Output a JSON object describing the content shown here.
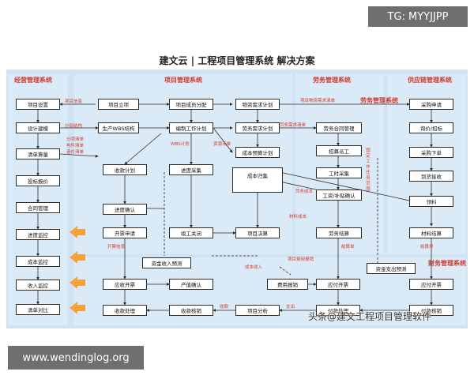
{
  "watermarks": {
    "top": "TG: MYYJJPP",
    "bottom": "www.wendinglog.org",
    "middle": "头条@建文工程项目管理软件"
  },
  "title": "建文云 | 工程项目管理系统 解决方案",
  "sections": {
    "business": "经营管理系统",
    "project": "项目管理系统",
    "labor": "劳务管理系统",
    "labor_sub": "劳务管理系统",
    "supply": "供应链管理系统",
    "finance": "财务管理系统"
  },
  "nodes": {
    "xmsz": "项目设置",
    "sjjm": "设计建模",
    "qdsl": "清单算量",
    "tbbj": "投标报价",
    "htgl": "合同管理",
    "jdjk": "进度监控",
    "cbjk": "成本监控",
    "srjk": "收入监控",
    "qddb": "清单对比",
    "xmlx": "项目立项",
    "xmcyfp": "项目成员分配",
    "scwbs": "生产WBS结构",
    "bzgzjh": "编制工作计划",
    "skjh": "收款计划",
    "jdcj": "进度采集",
    "jdqr": "进度确认",
    "kpsq": "开票申请",
    "jggb": "竣工关闭",
    "zjsryc": "资金收入预测",
    "ysxp": "应收开票",
    "czqr": "产值确认",
    "skcl": "收款处理",
    "skhx": "收款核销",
    "wzxqjh": "物资需求计划",
    "lwxqjh": "劳务需求计划",
    "cbysjh": "成本预算计划",
    "cbgj": "成本归集",
    "xmjs": "项目决算",
    "xmfx": "项目分析",
    "lwhtgl": "劳务合同管理",
    "zmlwg": "招募派工",
    "gscj": "工时采集",
    "gtbtqr": "工资/补贴确认",
    "lwjs": "劳务结算",
    "cgsq": "采购申请",
    "xjzb": "询价/招标",
    "cgxd": "采购下单",
    "dhjs": "到货接收",
    "ll": "领料",
    "clj": "材料结算",
    "fybx": "费用报销",
    "yfkp1": "应付开票",
    "zjzcyc": "资金支出预测",
    "yfkp2": "应付开票",
    "fkcl": "付款处理",
    "fkhx": "付款核销"
  },
  "labels": {
    "xmxx": "项目信息",
    "fbjg": "分部结构",
    "fbqd": "分项清单",
    "gjqd": "构件清单",
    "jgqd": "造价清单",
    "wbsjh": "WBS计划",
    "kpxx": "开票信息",
    "zyqd": "资源清单",
    "xmwzxqqd": "项目物资需求清单",
    "lwxqqd": "劳务需求清单",
    "gzrwfwqd": "固定工作任务范围",
    "lwcb": "劳务成本",
    "clcb": "材料成本",
    "jsd": "结算单",
    "jsd2": "结算单",
    "xmfybx": "项目费用报销",
    "cbsr": "成本收入",
    "sk": "收款",
    "zc": "支出"
  },
  "colors": {
    "accent": "#d23a2e",
    "panel": "#dbeaf7",
    "background": "#cfe3f4",
    "arrow": "#f0a33a"
  }
}
